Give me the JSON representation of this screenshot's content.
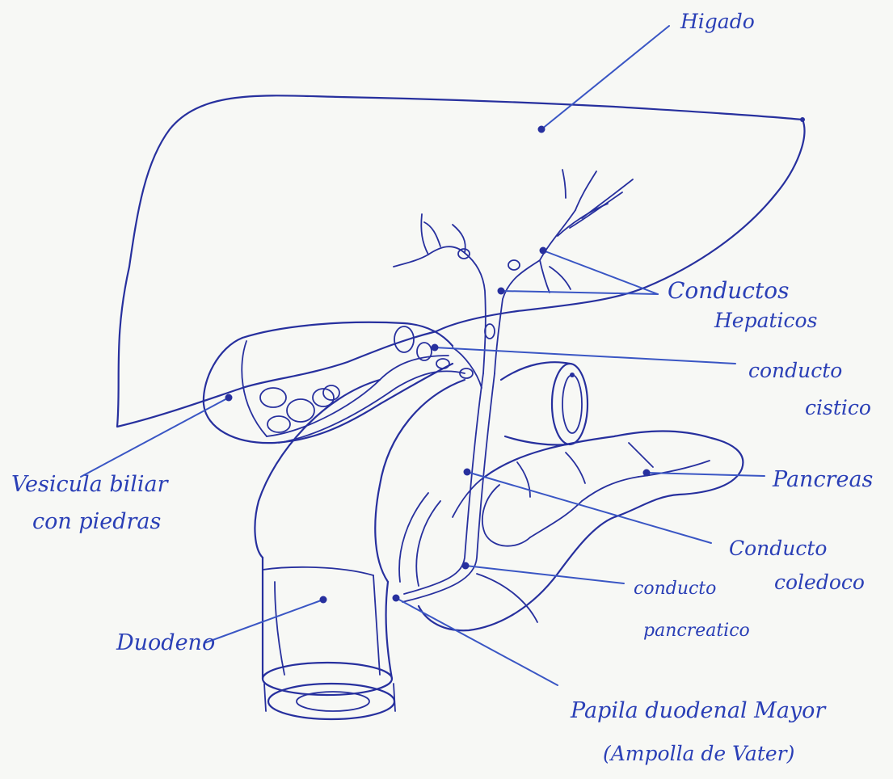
{
  "colors": {
    "ink": "#27309e",
    "label_ink": "#2a3fb6",
    "paper": "#f7f8f5"
  },
  "labels": {
    "higado": "Higado",
    "conductos_hepaticos_1": "Conductos",
    "conductos_hepaticos_2": "Hepaticos",
    "conducto_cistico_1": "conducto",
    "conducto_cistico_2": "cistico",
    "vesicula_1": "Vesicula biliar",
    "vesicula_2": "con piedras",
    "pancreas": "Pancreas",
    "coledoco_1": "Conducto",
    "coledoco_2": "coledoco",
    "pancreatico_1": "conducto",
    "pancreatico_2": "pancreatico",
    "duodeno": "Duodeno",
    "papila_1": "Papila duodenal Mayor",
    "papila_2": "(Ampolla de Vater)"
  }
}
